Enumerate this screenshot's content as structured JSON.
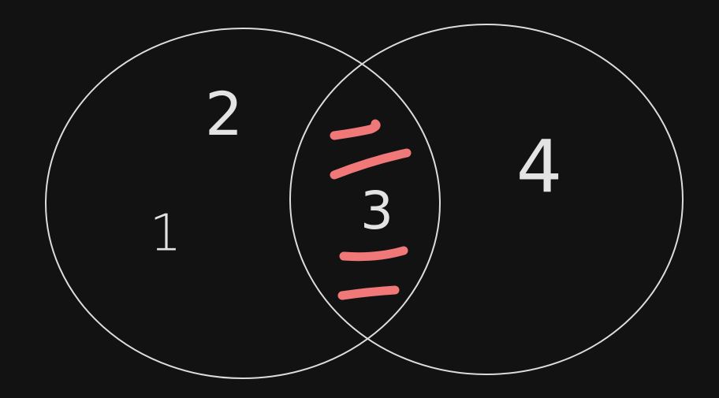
{
  "diagram": {
    "colors": {
      "background": "#121212",
      "circle_stroke": "#dcdcdc",
      "label": "#e3e3e3",
      "highlight_marks": "#f07878"
    },
    "regions": [
      {
        "id": "left-only",
        "label": "1"
      },
      {
        "id": "left-upper",
        "label": "2"
      },
      {
        "id": "intersection",
        "label": "3"
      },
      {
        "id": "right-only",
        "label": "4"
      }
    ],
    "intersection_highlight_strokes": 4
  }
}
